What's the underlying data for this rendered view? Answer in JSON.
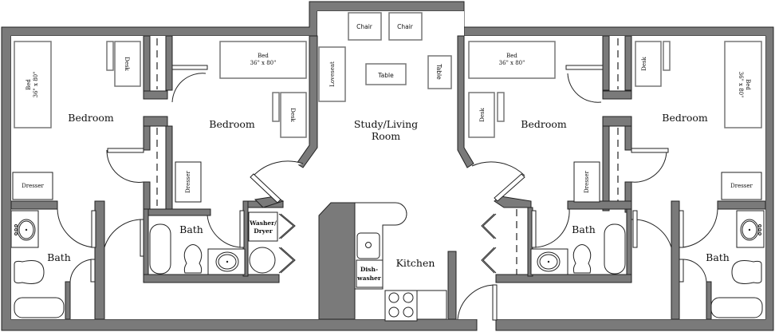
{
  "title": "Apartment Floor Plan",
  "colors": {
    "wall": "#7a7a7a",
    "outline": "#222222",
    "furniture": "#777777",
    "background": "#ffffff"
  },
  "rooms": {
    "bedroom_1": "Bedroom",
    "bedroom_2": "Bedroom",
    "bedroom_3": "Bedroom",
    "bedroom_4": "Bedroom",
    "bath_1": "Bath",
    "bath_2": "Bath",
    "bath_3": "Bath",
    "bath_4": "Bath",
    "living_line1": "Study/Living",
    "living_line2": "Room",
    "kitchen": "Kitchen"
  },
  "furniture": {
    "bed": "Bed",
    "bed_size": "36\" x 80\"",
    "desk": "Desk",
    "dresser": "Dresser",
    "chair": "Chair",
    "table": "Table",
    "loveseat": "Loveseat",
    "washer_line1": "Washer/",
    "washer_line2": "Dryer",
    "dishwasher_line1": "Dish-",
    "dishwasher_line2": "washer"
  }
}
